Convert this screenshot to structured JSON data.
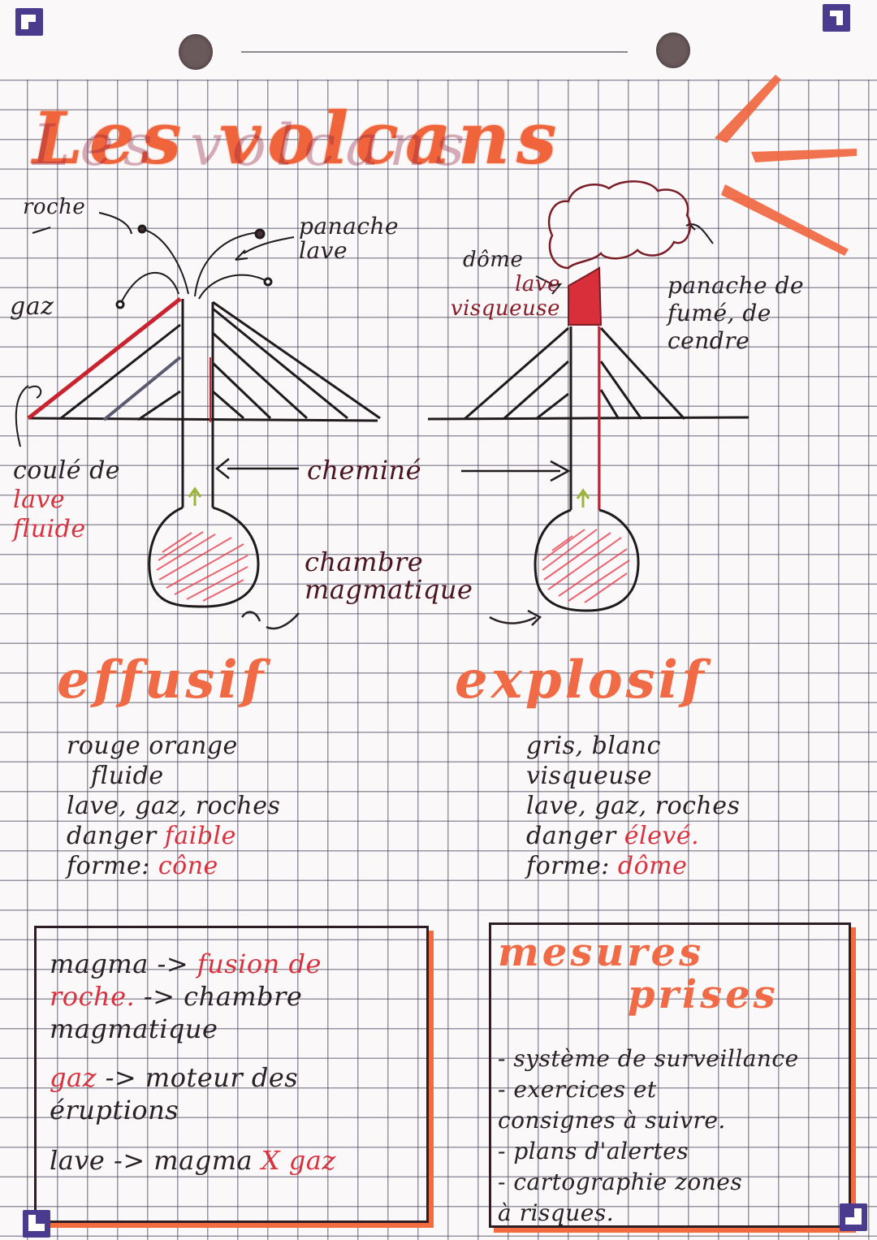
{
  "page": {
    "title": "Les volcans",
    "colors": {
      "paper": "#fbf8f9",
      "grid": "#5a5a70",
      "highlighter_orange": "#f0643c",
      "ink_black": "#2a2126",
      "ink_red": "#d8323f",
      "lava_fill": "#d92f3a",
      "magma_hatch": "#e84a55",
      "arrow_green": "#9bb53a",
      "corner_mark": "#4b3b8e"
    }
  },
  "diagram": {
    "effusive_volcano": {
      "labels": {
        "roche": "roche",
        "gaz": "gaz",
        "panache_lave": [
          "panache",
          "lave"
        ],
        "coulee": [
          "coulé de",
          "lave",
          "fluide"
        ]
      }
    },
    "explosive_volcano": {
      "labels": {
        "dome": "dôme",
        "lave_visqueuse": [
          "lave",
          "visqueuse"
        ],
        "panache_fumee": [
          "panache de",
          "fumé, de",
          "cendre"
        ]
      }
    },
    "shared_labels": {
      "cheminee": "cheminé",
      "chambre": [
        "chambre",
        "magmatique"
      ]
    }
  },
  "types": [
    {
      "heading": "effusif",
      "lines": [
        {
          "text": "rouge orange"
        },
        {
          "text": "fluide"
        },
        {
          "text": "lave, gaz, roches"
        },
        {
          "label": "danger",
          "value": "faible"
        },
        {
          "label": "forme:",
          "value": "cône"
        }
      ]
    },
    {
      "heading": "explosif",
      "lines": [
        {
          "text": "gris, blanc"
        },
        {
          "text": "visqueuse"
        },
        {
          "text": "lave, gaz, roches"
        },
        {
          "label": "danger",
          "value": "élevé."
        },
        {
          "label": "forme:",
          "value": "dôme"
        }
      ]
    }
  ],
  "definitions_box": {
    "lines": [
      {
        "black": "magma ->",
        "red": "fusion de"
      },
      {
        "red": "roche.",
        "black": "-> chambre"
      },
      {
        "black": "magmatique"
      },
      {
        "red": "gaz",
        "black": "-> moteur des"
      },
      {
        "black": "éruptions"
      },
      {
        "black": "lave -> magma",
        "red": "X gaz"
      }
    ]
  },
  "measures_box": {
    "heading": [
      "mesures",
      "prises"
    ],
    "items": [
      "- système de surveillance",
      "- exercices et",
      "consignes à suivre.",
      "- plans d'alertes",
      "- cartographie zones",
      "à risques."
    ]
  }
}
